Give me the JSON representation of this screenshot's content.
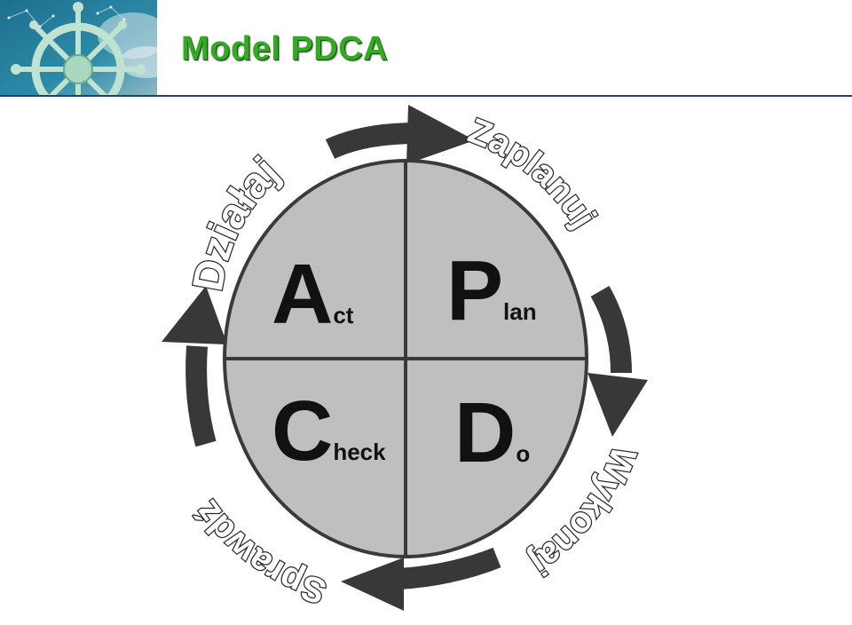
{
  "slide": {
    "title": "Model PDCA",
    "logo_icon": "ship-wheel-icon"
  },
  "cycle": {
    "quadrants": {
      "act": {
        "letter": "A",
        "rest": "ct"
      },
      "plan": {
        "letter": "P",
        "rest": "lan"
      },
      "check": {
        "letter": "C",
        "rest": "heck"
      },
      "do": {
        "letter": "D",
        "rest": "o"
      }
    },
    "arc_labels": {
      "top_left": "Działaj",
      "top_right": "Zaplanuj",
      "bottom_right": "Wykonaj",
      "bottom_left": "Sprawdź"
    }
  },
  "colors": {
    "title_green": "#33aa22",
    "circle_fill": "#bfbfbf",
    "outline": "#3a3a3a",
    "arrow": "#383838"
  }
}
